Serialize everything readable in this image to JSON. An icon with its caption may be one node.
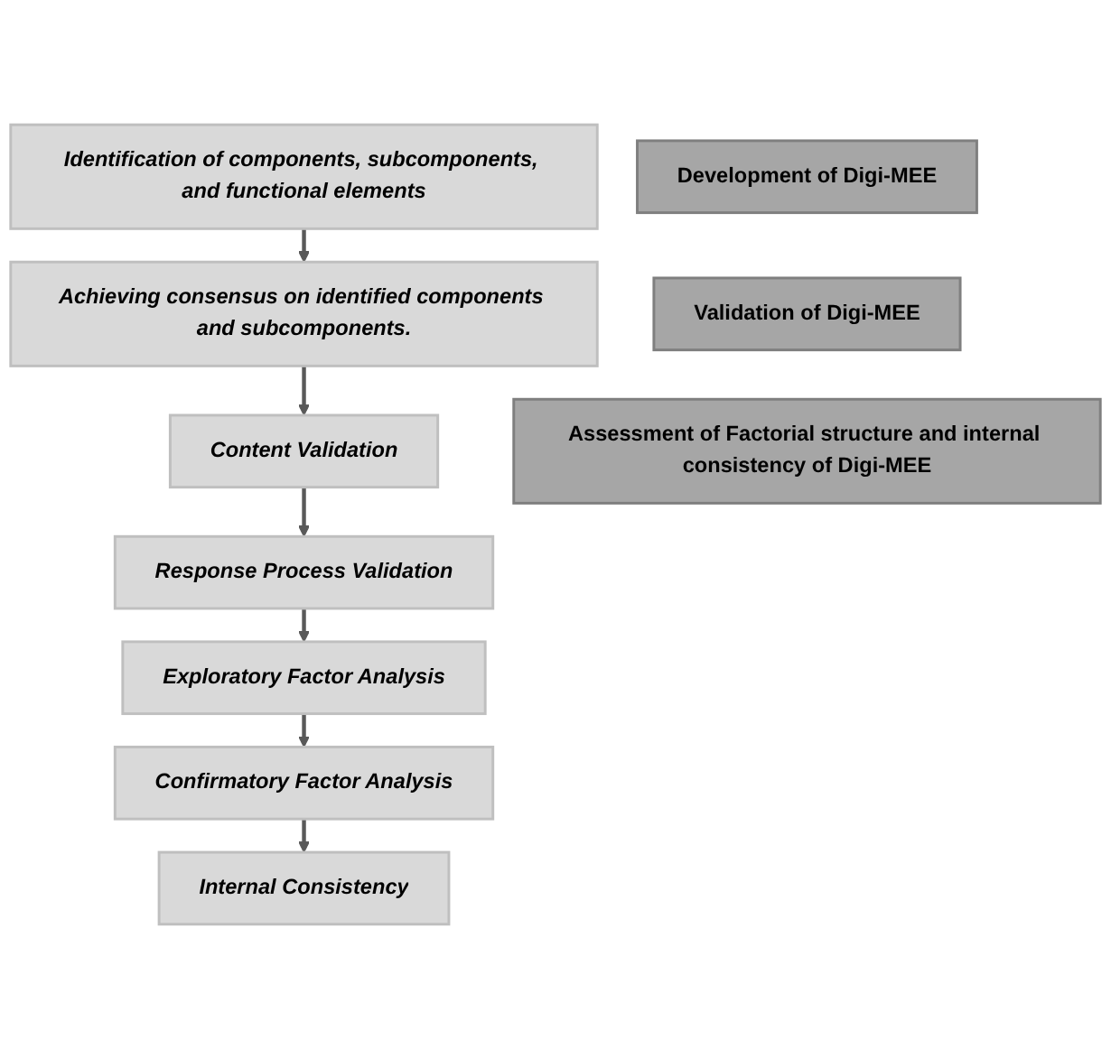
{
  "diagram": {
    "nodes": [
      {
        "text": [
          "Development of Digi-MEE"
        ]
      },
      {
        "text": [
          "Identification of components, subcomponents, and functional elements"
        ]
      },
      {
        "text": [
          "Achieving consensus on identified components and subcomponents."
        ]
      },
      {
        "text": [
          "Validation of Digi-MEE"
        ]
      },
      {
        "text": [
          "Content Validation"
        ]
      },
      {
        "text": [
          "Response Process Validation"
        ]
      },
      {
        "text": [
          "Assessment of Factorial structure and internal consistency of Digi-MEE"
        ]
      },
      {
        "text": [
          "Exploratory Factor Analysis"
        ]
      },
      {
        "text": [
          "Confirmatory Factor Analysis"
        ]
      },
      {
        "text": [
          "Internal Consistency"
        ]
      }
    ],
    "edges": [
      {
        "from": 1,
        "to": 2,
        "arrow": "to"
      },
      {
        "from": 2,
        "to": 4,
        "arrow": "to"
      },
      {
        "from": 4,
        "to": 5,
        "arrow": "to"
      },
      {
        "from": 5,
        "to": 7,
        "arrow": "to"
      },
      {
        "from": 7,
        "to": 8,
        "arrow": "to"
      },
      {
        "from": 8,
        "to": 9,
        "arrow": "to"
      }
    ]
  }
}
